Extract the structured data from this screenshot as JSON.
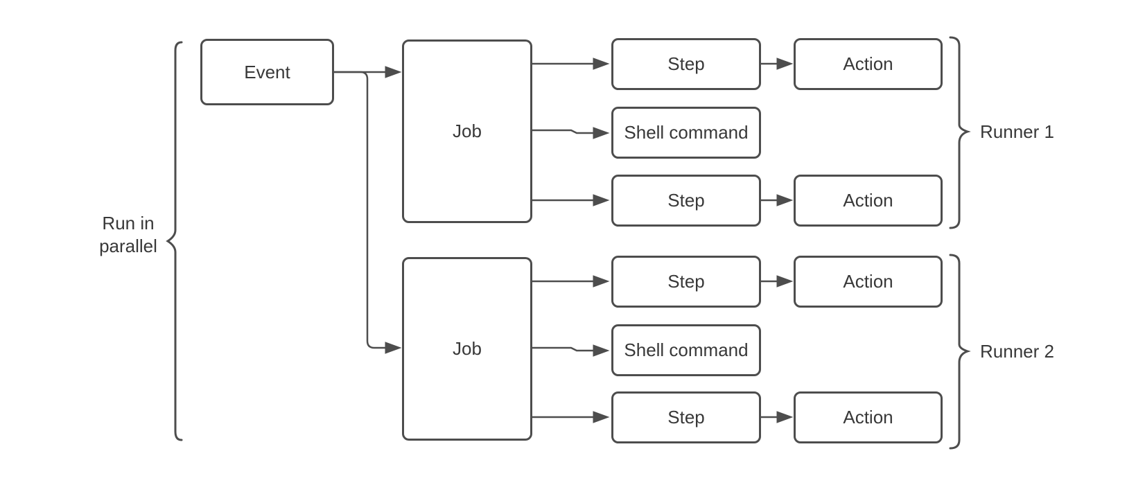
{
  "canvas": {
    "background_color": "#ffffff",
    "stroke_color": "#4d4d4d",
    "text_color": "#383838"
  },
  "labels": {
    "parallel_line1": "Run in",
    "parallel_line2": "parallel",
    "runner1": "Runner 1",
    "runner2": "Runner 2"
  },
  "nodes": {
    "event": {
      "label": "Event"
    },
    "job1": {
      "label": "Job"
    },
    "job2": {
      "label": "Job"
    },
    "step1a": {
      "label": "Step"
    },
    "shell1": {
      "label": "Shell command"
    },
    "step1b": {
      "label": "Step"
    },
    "action1a": {
      "label": "Action"
    },
    "action1b": {
      "label": "Action"
    },
    "step2a": {
      "label": "Step"
    },
    "shell2": {
      "label": "Shell command"
    },
    "step2b": {
      "label": "Step"
    },
    "action2a": {
      "label": "Action"
    },
    "action2b": {
      "label": "Action"
    }
  },
  "edges": [
    {
      "from": "event",
      "to": "job1"
    },
    {
      "from": "event",
      "to": "job2"
    },
    {
      "from": "job1",
      "to": "step1a"
    },
    {
      "from": "job1",
      "to": "shell1"
    },
    {
      "from": "job1",
      "to": "step1b"
    },
    {
      "from": "step1a",
      "to": "action1a"
    },
    {
      "from": "step1b",
      "to": "action1b"
    },
    {
      "from": "job2",
      "to": "step2a"
    },
    {
      "from": "job2",
      "to": "shell2"
    },
    {
      "from": "job2",
      "to": "step2b"
    },
    {
      "from": "step2a",
      "to": "action2a"
    },
    {
      "from": "step2b",
      "to": "action2b"
    }
  ],
  "groupings": [
    {
      "label": "Run in parallel",
      "side": "left",
      "covers": [
        "job1",
        "job2"
      ]
    },
    {
      "label": "Runner 1",
      "side": "right",
      "covers": [
        "step1a",
        "shell1",
        "step1b",
        "action1a",
        "action1b"
      ]
    },
    {
      "label": "Runner 2",
      "side": "right",
      "covers": [
        "step2a",
        "shell2",
        "step2b",
        "action2a",
        "action2b"
      ]
    }
  ]
}
